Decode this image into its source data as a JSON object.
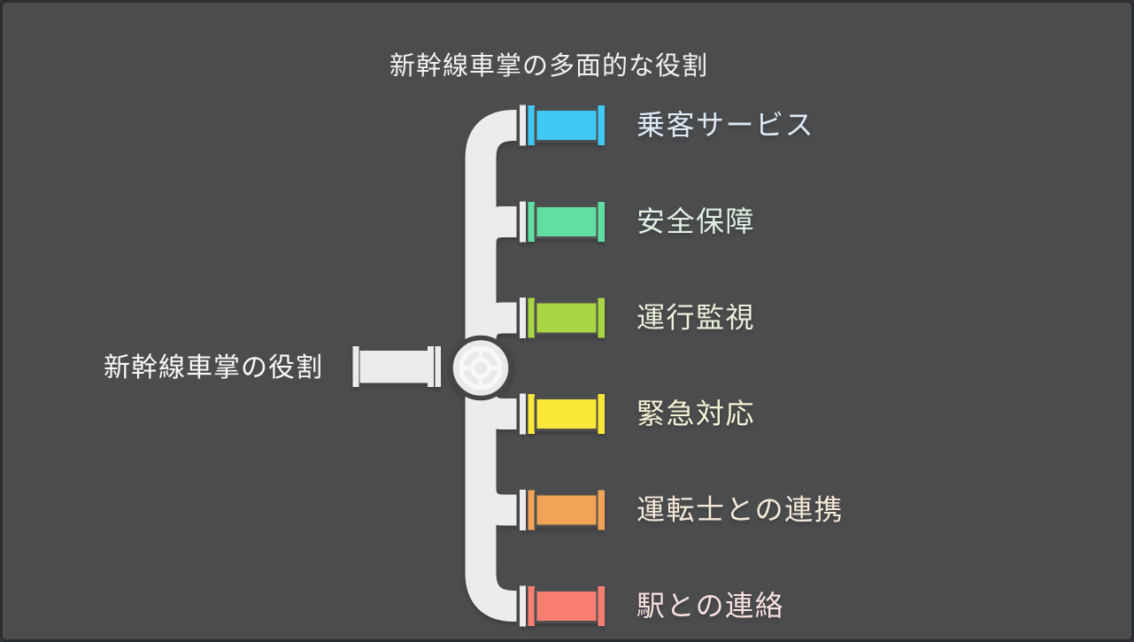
{
  "title": "新幹線車掌の多面的な役割",
  "root": {
    "label": "新幹線車掌の役割"
  },
  "branches": [
    {
      "label": "乗客サービス",
      "color": "#41C9F5",
      "label_color": "#DDEBF7"
    },
    {
      "label": "安全保障",
      "color": "#61DFA2",
      "label_color": "#DFF2E3"
    },
    {
      "label": "運行監視",
      "color": "#A9D743",
      "label_color": "#EAF2D9"
    },
    {
      "label": "緊急対応",
      "color": "#F9E837",
      "label_color": "#F6F2D5"
    },
    {
      "label": "運転士との連携",
      "color": "#F2A456",
      "label_color": "#F6E9D8"
    },
    {
      "label": "駅との連絡",
      "color": "#F97E72",
      "label_color": "#F8E0DE"
    }
  ],
  "icons": {
    "valve": "valve-wheel-icon"
  },
  "colors": {
    "background": "#4B4C4E",
    "frame_border": "#2A2D2F",
    "pipe": "#ECECEC",
    "pipe_outline": "#4F4F4F",
    "valve_face": "#EAEAEA",
    "valve_stroke": "#454545",
    "valve_lines": "#F8F8F8",
    "title_text": "#F2F2F2",
    "root_text": "#FAFAFA"
  }
}
